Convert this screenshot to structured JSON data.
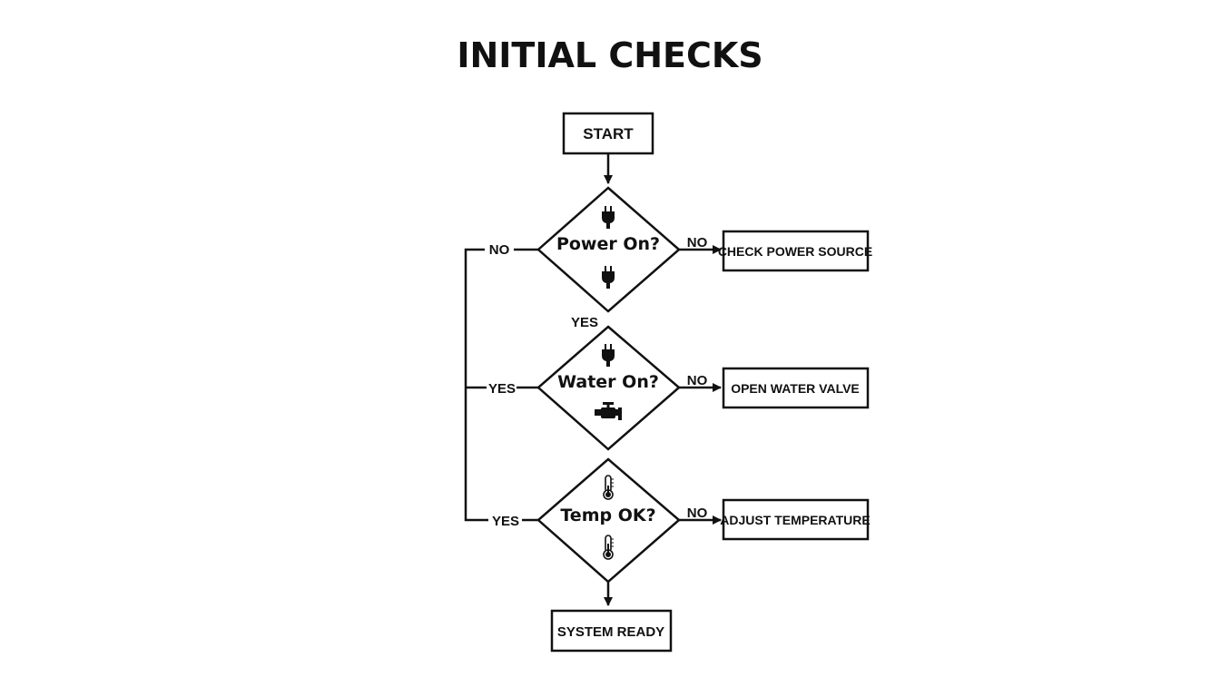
{
  "title": "INITIAL CHECKS",
  "nodes": {
    "start": "START",
    "power": "Power On?",
    "water": "Water On?",
    "temp": "Temp OK?",
    "check_power": "CHECK POWER SOURCE",
    "open_valve": "OPEN WATER VALVE",
    "adjust_temp": "ADJUST TEMPERATURE",
    "ready": "SYSTEM READY"
  },
  "edges": {
    "power_no_right": "NO",
    "power_no_left": "NO",
    "power_yes": "YES",
    "water_no": "NO",
    "water_yes": "YES",
    "temp_no": "NO",
    "temp_yes": "YES"
  },
  "icons": {
    "power_top": "plug-icon",
    "power_bottom": "plug-icon",
    "water_top": "plug-icon",
    "water_bottom": "faucet-icon",
    "temp_top": "thermometer-icon",
    "temp_bottom": "thermometer-icon"
  }
}
